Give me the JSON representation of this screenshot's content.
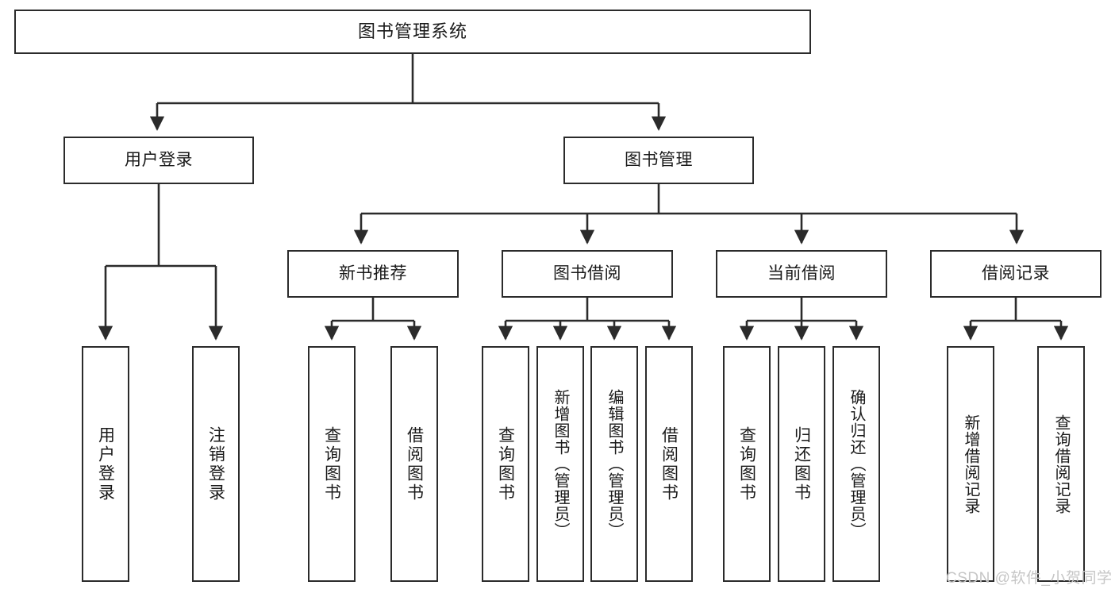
{
  "diagram": {
    "type": "tree-hierarchy",
    "title": "图书管理系统",
    "watermark": "CSDN @软件_小贺同学",
    "colors": {
      "stroke": "#2b2b2b",
      "fill": "#ffffff",
      "text": "#1a1a1a",
      "watermark": "#c6c6c6"
    },
    "levels": [
      {
        "level": 1,
        "nodes": [
          {
            "id": "root",
            "label": "图书管理系统",
            "orientation": "horizontal"
          }
        ]
      },
      {
        "level": 2,
        "nodes": [
          {
            "id": "login",
            "label": "用户登录",
            "orientation": "horizontal",
            "parent": "root"
          },
          {
            "id": "bookmgmt",
            "label": "图书管理",
            "orientation": "horizontal",
            "parent": "root"
          }
        ]
      },
      {
        "level": 3,
        "nodes": [
          {
            "id": "newbook",
            "label": "新书推荐",
            "orientation": "horizontal",
            "parent": "bookmgmt"
          },
          {
            "id": "borrow",
            "label": "图书借阅",
            "orientation": "horizontal",
            "parent": "bookmgmt"
          },
          {
            "id": "current",
            "label": "当前借阅",
            "orientation": "horizontal",
            "parent": "bookmgmt"
          },
          {
            "id": "records",
            "label": "借阅记录",
            "orientation": "horizontal",
            "parent": "bookmgmt"
          }
        ]
      },
      {
        "level": 4,
        "nodes": [
          {
            "id": "leaf1",
            "label": "用户登录",
            "orientation": "vertical",
            "parent": "login"
          },
          {
            "id": "leaf2",
            "label": "注销登录",
            "orientation": "vertical",
            "parent": "login"
          },
          {
            "id": "leaf3",
            "label": "查询图书",
            "orientation": "vertical",
            "parent": "newbook"
          },
          {
            "id": "leaf4",
            "label": "借阅图书",
            "orientation": "vertical",
            "parent": "newbook"
          },
          {
            "id": "leaf5",
            "label": "查询图书",
            "orientation": "vertical",
            "parent": "borrow"
          },
          {
            "id": "leaf6",
            "label": "新增图书（管理员）",
            "orientation": "vertical",
            "parent": "borrow"
          },
          {
            "id": "leaf7",
            "label": "编辑图书（管理员）",
            "orientation": "vertical",
            "parent": "borrow"
          },
          {
            "id": "leaf8",
            "label": "借阅图书",
            "orientation": "vertical",
            "parent": "borrow"
          },
          {
            "id": "leaf9",
            "label": "查询图书",
            "orientation": "vertical",
            "parent": "current"
          },
          {
            "id": "leaf10",
            "label": "归还图书",
            "orientation": "vertical",
            "parent": "current"
          },
          {
            "id": "leaf11",
            "label": "确认归还（管理员）",
            "orientation": "vertical",
            "parent": "current"
          },
          {
            "id": "leaf12",
            "label": "新增借阅记录",
            "orientation": "vertical",
            "parent": "records"
          },
          {
            "id": "leaf13",
            "label": "查询借阅记录",
            "orientation": "vertical",
            "parent": "records"
          }
        ]
      }
    ]
  }
}
